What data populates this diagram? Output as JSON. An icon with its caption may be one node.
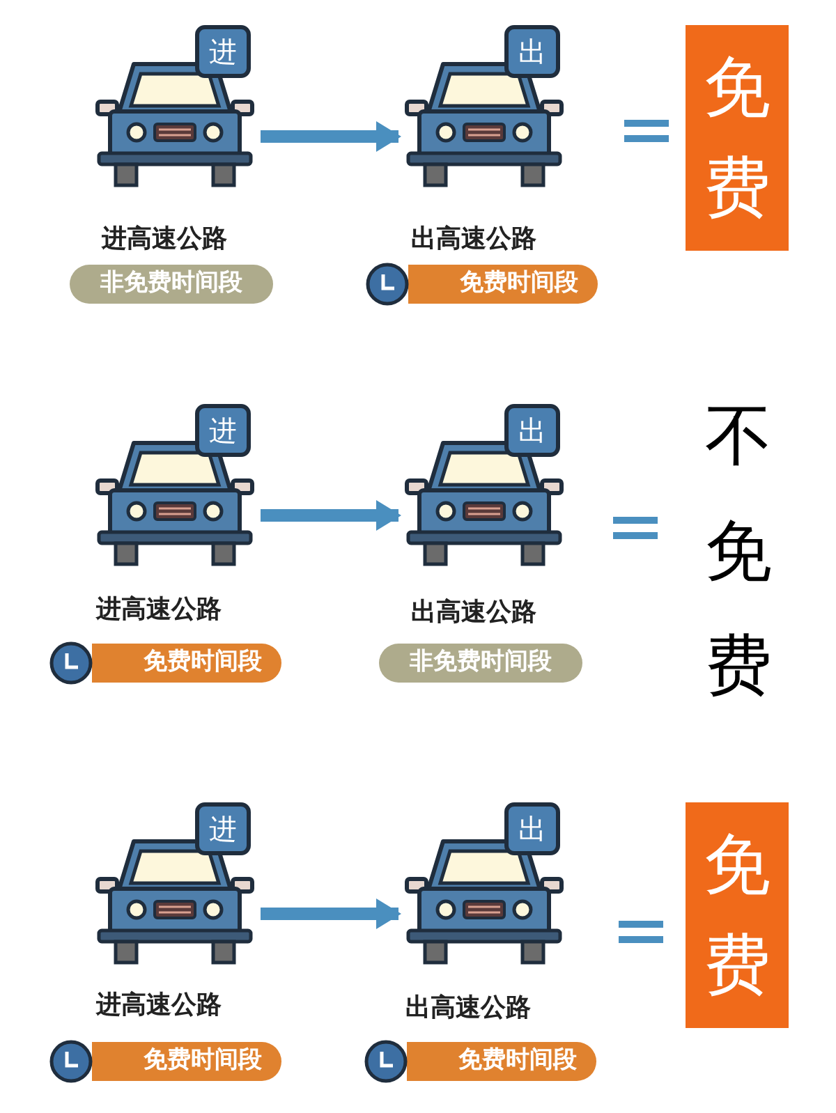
{
  "diagram": {
    "nodes": [
      {
        "text": [
          "进"
        ]
      },
      {
        "text": [
          "非免费时间段"
        ]
      },
      {
        "text": [
          "出"
        ]
      },
      {
        "text": [
          "免费时间段"
        ]
      },
      {
        "text": [
          "免费"
        ]
      },
      {
        "text": [
          "进"
        ]
      },
      {
        "text": [
          "免费时间段"
        ]
      },
      {
        "text": [
          "出"
        ]
      },
      {
        "text": [
          "非免费时间段"
        ]
      },
      {
        "text": [
          "进"
        ]
      },
      {
        "text": [
          "免费时间段"
        ]
      },
      {
        "text": [
          "出"
        ]
      },
      {
        "text": [
          "免费时间段"
        ]
      },
      {
        "text": [
          "免费"
        ]
      }
    ],
    "edges": [
      {
        "from": 0,
        "to": 2,
        "arrow": "to"
      },
      {
        "from": 5,
        "to": 7,
        "arrow": "to"
      },
      {
        "from": 9,
        "to": 11,
        "arrow": "to"
      }
    ],
    "labels": [
      "进高速公路",
      "出高速公路",
      "不免费",
      "进高速公路",
      "出高速公路",
      "进高速公路",
      "出高速公路"
    ]
  }
}
